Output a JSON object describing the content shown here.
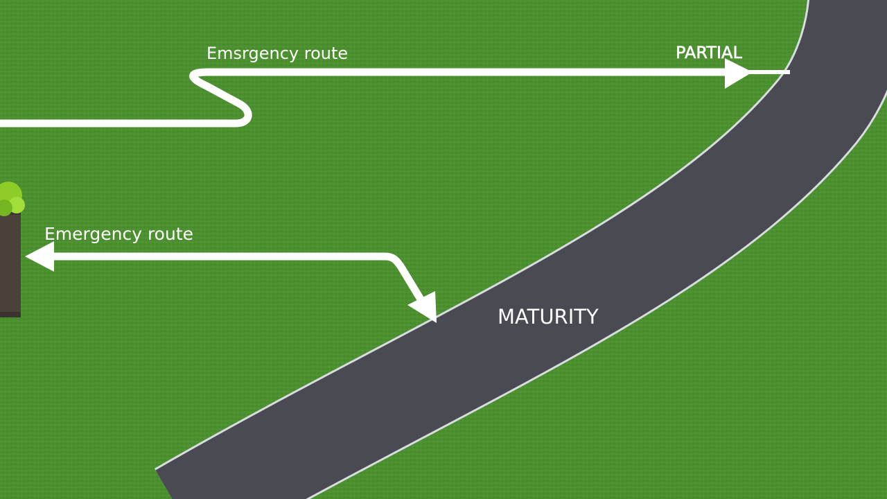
{
  "labels": {
    "top_route": "Emsrgency route",
    "left_route": "Emergency route",
    "road_label": "MATURITY",
    "top_right": "PARTIAL"
  },
  "colors": {
    "grass": "#4b8f2f",
    "grass_dark": "#3f7f28",
    "road": "#4a4a52",
    "road_edge": "#d8dde0",
    "arrow": "#ffffff",
    "tree": "#8fcc2a"
  }
}
